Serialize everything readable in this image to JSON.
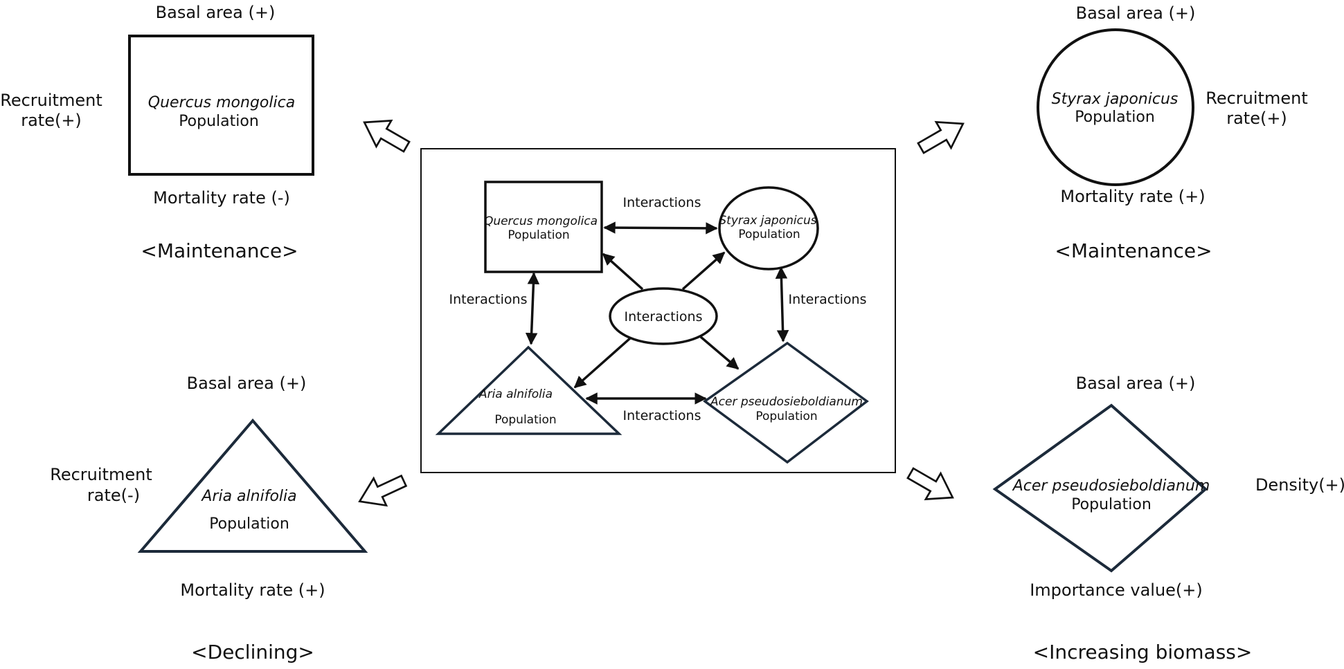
{
  "center": {
    "quercus": {
      "species": "Quercus mongolica",
      "population": "Population"
    },
    "styrax": {
      "species": "Styrax japonicus",
      "population": "Population"
    },
    "aria": {
      "species": "Aria alnifolia",
      "population": "Population"
    },
    "acer": {
      "species": "Acer pseudosieboldianum",
      "population": "Population"
    },
    "hub_label": "Interactions",
    "top_label": "Interactions",
    "left_label": "Interactions",
    "right_label": "Interactions",
    "bottom_label": "Interactions"
  },
  "quadrants": {
    "top_left": {
      "species": "Quercus mongolica",
      "population": "Population",
      "top": "Basal area (+)",
      "side_line1": "Recruitment",
      "side_line2": "rate(+)",
      "bottom": "Mortality rate (-)",
      "stage": "<Maintenance>"
    },
    "top_right": {
      "species": "Styrax japonicus",
      "population": "Population",
      "top": "Basal area (+)",
      "side_line1": "Recruitment",
      "side_line2": "rate(+)",
      "bottom": "Mortality rate (+)",
      "stage": "<Maintenance>"
    },
    "bottom_left": {
      "species": "Aria alnifolia",
      "population": "Population",
      "top": "Basal area (+)",
      "side_line1": "Recruitment",
      "side_line2": "rate(-)",
      "bottom": "Mortality rate (+)",
      "stage": "<Declining>"
    },
    "bottom_right": {
      "species": "Acer pseudosieboldianum",
      "population": "Population",
      "top": "Basal area (+)",
      "side": "Density(+)",
      "bottom": "Importance value(+)",
      "stage": "<Increasing biomass>"
    }
  }
}
